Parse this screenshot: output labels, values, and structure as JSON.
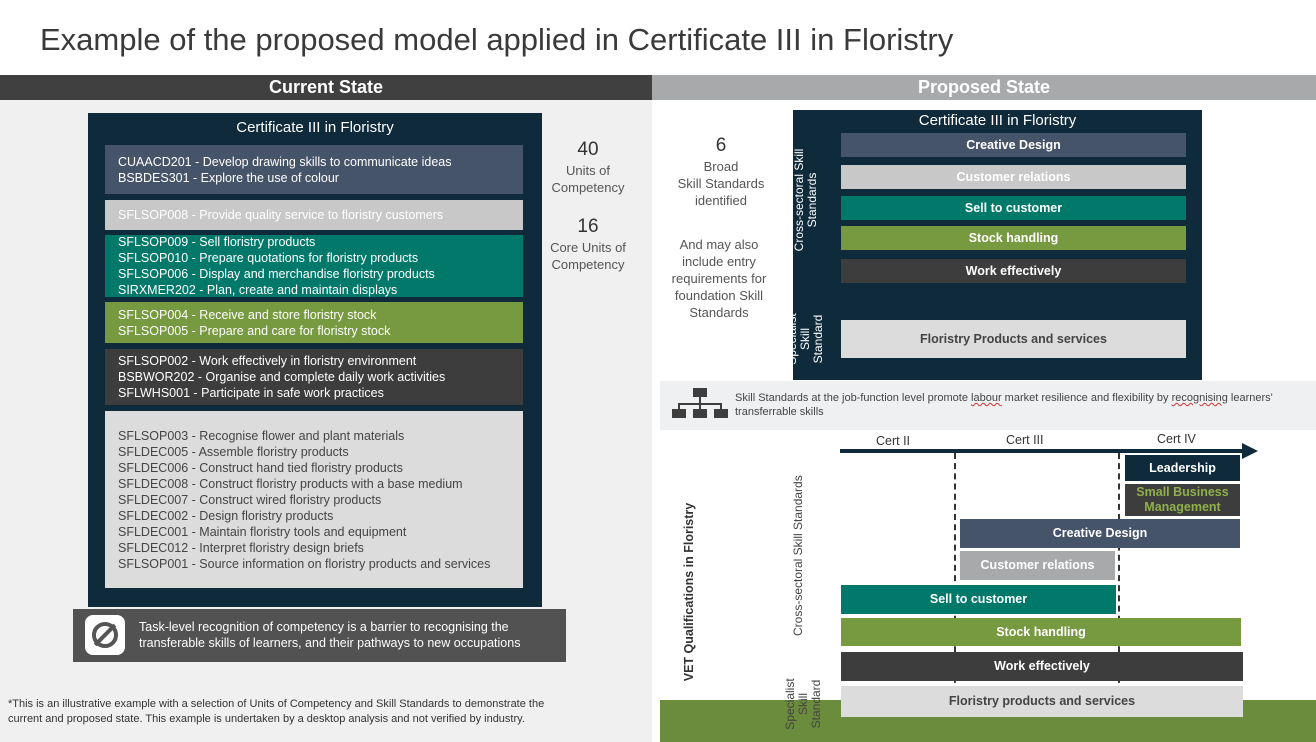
{
  "title": "Example of the proposed model applied in Certificate III in Floristry",
  "headers": {
    "current": "Current State",
    "proposed": "Proposed State"
  },
  "colors": {
    "slate": "#465469",
    "lightgray": "#c8c8c8",
    "teal": "#00796b",
    "olive": "#77993f",
    "darkgray": "#3d3d3d",
    "navy": "#0e2a3b",
    "green_ground": "#6b8c3c"
  },
  "current": {
    "cert_title": "Certificate III in Floristry",
    "groups": [
      [
        "CUAACD201 - Develop drawing skills to communicate ideas",
        "BSBDES301 - Explore the use of colour"
      ],
      [
        "SFLSOP008 - Provide quality service to floristry customers"
      ],
      [
        "SFLSOP009 - Sell floristry products",
        "SFLSOP010 - Prepare quotations for floristry products",
        "SFLSOP006 - Display and merchandise floristry products",
        "SIRXMER202 - Plan, create and maintain displays"
      ],
      [
        "SFLSOP004 - Receive and store floristry stock",
        "SFLSOP005 - Prepare and care for floristry stock"
      ],
      [
        "SFLSOP002 - Work effectively in floristry environment",
        "BSBWOR202 - Organise and complete daily work activities",
        "SFLWHS001 - Participate in safe work practices"
      ],
      [
        "SFLSOP003 - Recognise flower and plant materials",
        "SFLDEC005 - Assemble floristry products",
        "SFLDEC006 - Construct hand tied floristry products",
        "SFLDEC008 - Construct floristry products with a base medium",
        "SFLDEC007 - Construct wired floristry products",
        "SFLDEC002 - Design floristry products",
        "SFLDEC001 - Maintain floristry tools and equipment",
        "SFLDEC012 - Interpret floristry design briefs",
        "SFLSOP001 - Source information on floristry products and services"
      ]
    ],
    "stat1_num": "40",
    "stat1_lines": [
      "Units of",
      "Competency"
    ],
    "stat2_num": "16",
    "stat2_lines": [
      "Core Units of",
      "Competency"
    ],
    "note": [
      "Task-level recognition of competency is a barrier to recognising the",
      "transferable skills of learners, and their pathways to new occupations"
    ],
    "note_icon": "prohibited-icon"
  },
  "proposed": {
    "stat_num": "6",
    "stat_lines": [
      "Broad",
      "Skill Standards",
      "identified"
    ],
    "extra_lines": [
      "And may also",
      "include entry",
      "requirements for",
      "foundation Skill",
      "Standards"
    ],
    "cert_title": "Certificate III in Floristry",
    "cross_label": [
      "Cross-sectoral Skill",
      "Standards"
    ],
    "specialist_label": [
      "Specialist",
      "Skill",
      "Standard"
    ],
    "bars": [
      "Creative Design",
      "Customer relations",
      "Sell to customer",
      "Stock handling",
      "Work effectively"
    ],
    "specialist_bar": "Floristry Products and services",
    "info_icon": "org-chart-icon",
    "info_text_parts": [
      "Skill Standards at the job-function level promote ",
      "labour",
      " market resilience and flexibility by ",
      "recognising",
      " learners' transferrable skills"
    ],
    "roadmap": {
      "y_label": "VET Qualifications in Floristry",
      "cross_label": "Cross-sectoral Skill Standards",
      "specialist_label": [
        "Specialist",
        "Skill",
        "Standard"
      ],
      "levels": [
        "Cert II",
        "Cert III",
        "Cert IV"
      ],
      "bars": {
        "leadership": "Leadership",
        "small_business": [
          "Small Business",
          "Management"
        ],
        "creative": "Creative Design",
        "customer": "Customer relations",
        "sell": "Sell to customer",
        "stock": "Stock handling",
        "work": "Work effectively",
        "floristry": "Floristry products and services"
      }
    }
  },
  "footnote": [
    "*This is an illustrative example with a selection of Units of Competency and Skill Standards to demonstrate the",
    "current and proposed state. This example is undertaken by a desktop analysis and not verified by industry."
  ]
}
